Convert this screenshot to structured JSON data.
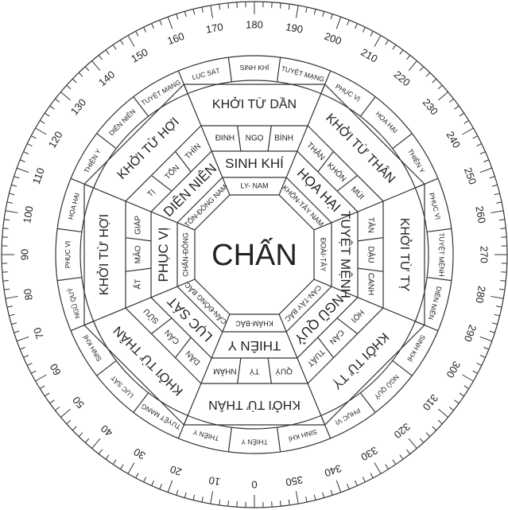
{
  "title": "Bát trạch - CHẤN",
  "center_label": "CHẤN",
  "degree_labels": [
    0,
    10,
    20,
    30,
    40,
    50,
    60,
    70,
    80,
    90,
    100,
    110,
    120,
    130,
    140,
    150,
    160,
    170,
    180,
    190,
    200,
    210,
    220,
    230,
    240,
    250,
    260,
    270,
    280,
    290,
    300,
    310,
    320,
    330,
    340,
    350
  ],
  "ring_segments": [
    {
      "deg": 0,
      "label": "THIÊN Y"
    },
    {
      "deg": 15,
      "label": "THIÊN Y"
    },
    {
      "deg": 30,
      "label": "TUYỆT MẠNG"
    },
    {
      "deg": 45,
      "label": "LỤC SÁT"
    },
    {
      "deg": 60,
      "label": "SINH KHÍ"
    },
    {
      "deg": 75,
      "label": "NGŨ QUỶ"
    },
    {
      "deg": 90,
      "label": "PHỤC VỊ"
    },
    {
      "deg": 105,
      "label": "HỌA HẠI"
    },
    {
      "deg": 120,
      "label": "THIÊN Y"
    },
    {
      "deg": 135,
      "label": "DIÊN NIÊN"
    },
    {
      "deg": 150,
      "label": "TUYỆT MẠNG"
    },
    {
      "deg": 165,
      "label": "LỤC SÁT"
    },
    {
      "deg": 180,
      "label": "SINH KHÍ"
    },
    {
      "deg": 195,
      "label": "TUYỆT MẠNG"
    },
    {
      "deg": 210,
      "label": "PHỤC VỊ"
    },
    {
      "deg": 225,
      "label": "HỌA HẠI"
    },
    {
      "deg": 240,
      "label": "THIÊN Y"
    },
    {
      "deg": 255,
      "label": "PHỤC VỊ"
    },
    {
      "deg": 270,
      "label": "TUYỆT MỆNH"
    },
    {
      "deg": 285,
      "label": "DIÊN NIÊN"
    },
    {
      "deg": 300,
      "label": "SINH KHÍ"
    },
    {
      "deg": 315,
      "label": "NGŨ QUỶ"
    },
    {
      "deg": 330,
      "label": "PHỤC VỊ"
    },
    {
      "deg": 345,
      "label": "SINH KHÍ"
    }
  ],
  "sectors": [
    {
      "deg": 180,
      "direction": "LY- NAM",
      "star": "SINH KHÍ",
      "mountains": [
        "BÍNH",
        "NGỌ",
        "ĐINH"
      ],
      "outer": "KHỞI TỪ DẦN"
    },
    {
      "deg": 225,
      "direction": "KHÔN-TÂY NAM",
      "star": "HỌA HẠI",
      "mountains": [
        "MÙI",
        "KHÔN",
        "THÂN"
      ],
      "outer": "KHỞI TỪ THÂN"
    },
    {
      "deg": 270,
      "direction": "ĐOÀI-TÂY",
      "star": "TUYỆT MỆNH",
      "mountains": [
        "CANH",
        "DẬU",
        "TÂN"
      ],
      "outer": "KHỞI TỪ TỴ"
    },
    {
      "deg": 315,
      "direction": "CÀN-TÂY BẮC",
      "star": "NGŨ QUỶ",
      "mountains": [
        "TUẤT",
        "CÀN",
        "HỢI"
      ],
      "outer": "KHỞI TỪ TỴ"
    },
    {
      "deg": 0,
      "direction": "KHẢM-BẮC",
      "star": "THIÊN Y",
      "mountains": [
        "NHÂM",
        "TÝ",
        "QUÝ"
      ],
      "outer": "KHỞI TỪ THÂN"
    },
    {
      "deg": 45,
      "direction": "CẤN-ĐÔNG BẮC",
      "star": "LỤC SÁT",
      "mountains": [
        "SỬU",
        "CẤN",
        "DẦN"
      ],
      "outer": "KHỞI TỪ THÂN"
    },
    {
      "deg": 90,
      "direction": "CHẤN-ĐÔNG",
      "star": "PHỤC VỊ",
      "mountains": [
        "GIÁP",
        "MÃO",
        "ẤT"
      ],
      "outer": "KHỞI TỪ HỢI"
    },
    {
      "deg": 135,
      "direction": "TỐN-ĐÔNG NAM",
      "star": "DIÊN NIÊN",
      "mountains": [
        "THÌN",
        "TỐN",
        "TỊ"
      ],
      "outer": "KHỞI TỪ HỢI"
    }
  ]
}
